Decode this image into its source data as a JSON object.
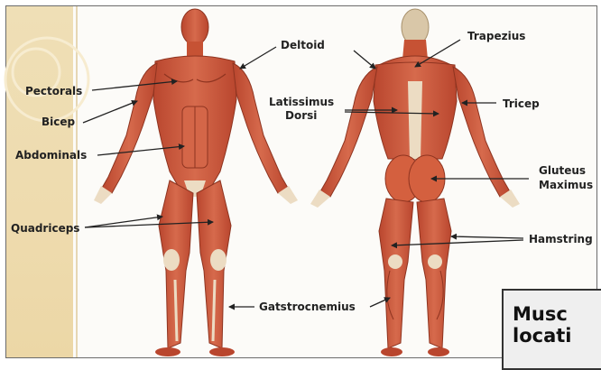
{
  "labels": {
    "deltoid": "Deltoid",
    "trapezius": "Trapezius",
    "pectorals": "Pectorals",
    "bicep": "Bicep",
    "latissimus_line1": "Latissimus",
    "latissimus_line2": "Dorsi",
    "tricep": "Tricep",
    "abdominals": "Abdominals",
    "gluteus_line1": "Gluteus",
    "gluteus_line2": "Maximus",
    "quadriceps": "Quadriceps",
    "hamstring": "Hamstring",
    "gastrocnemius": "Gatstrocnemius"
  },
  "caption": {
    "line1": "Musc",
    "line2": "locati"
  },
  "figures": [
    "front-view",
    "back-view"
  ],
  "colors": {
    "muscle": "#c9563a",
    "muscle_dark": "#a23c25",
    "tendon": "#ecdcc3",
    "sidebar": "#eedbae",
    "pointer": "#222222"
  }
}
